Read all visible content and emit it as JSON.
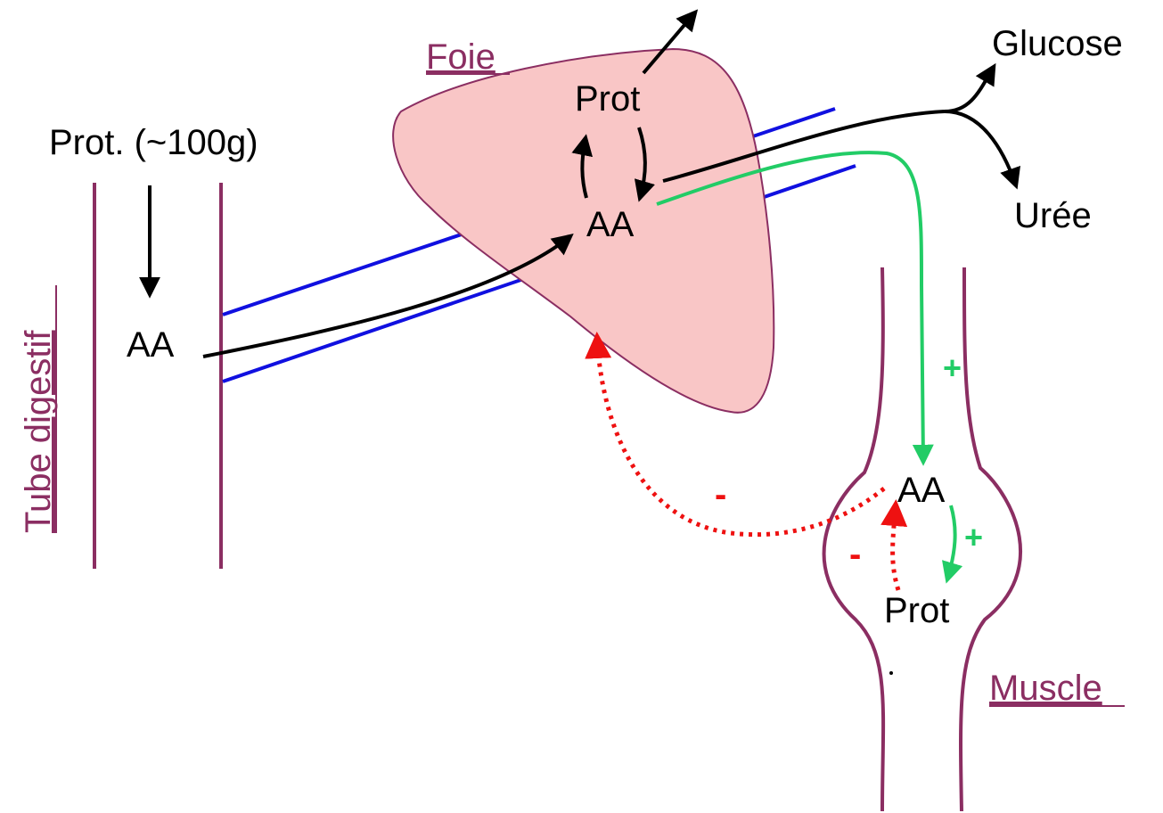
{
  "labels": {
    "dietary_protein": "Prot. (~100g)",
    "gut_aa": "AA",
    "liver_prot": "Prot",
    "liver_aa": "AA",
    "glucose": "Glucose",
    "urea": "Urée",
    "muscle_aa": "AA",
    "muscle_prot": "Prot"
  },
  "organs": {
    "liver": "Foie",
    "gut": "Tube digestif",
    "muscle": "Muscle"
  },
  "signs": {
    "plus_flow": "+",
    "plus_synthesis": "+",
    "minus_muscle": "-",
    "minus_liver": "-"
  },
  "colors": {
    "organ_outline": "#8B2E62",
    "liver_fill": "#F9C6C6",
    "vessel": "#1010E0",
    "stimulation": "#22CC66",
    "inhibition": "#EE1111",
    "flow": "#000000"
  }
}
